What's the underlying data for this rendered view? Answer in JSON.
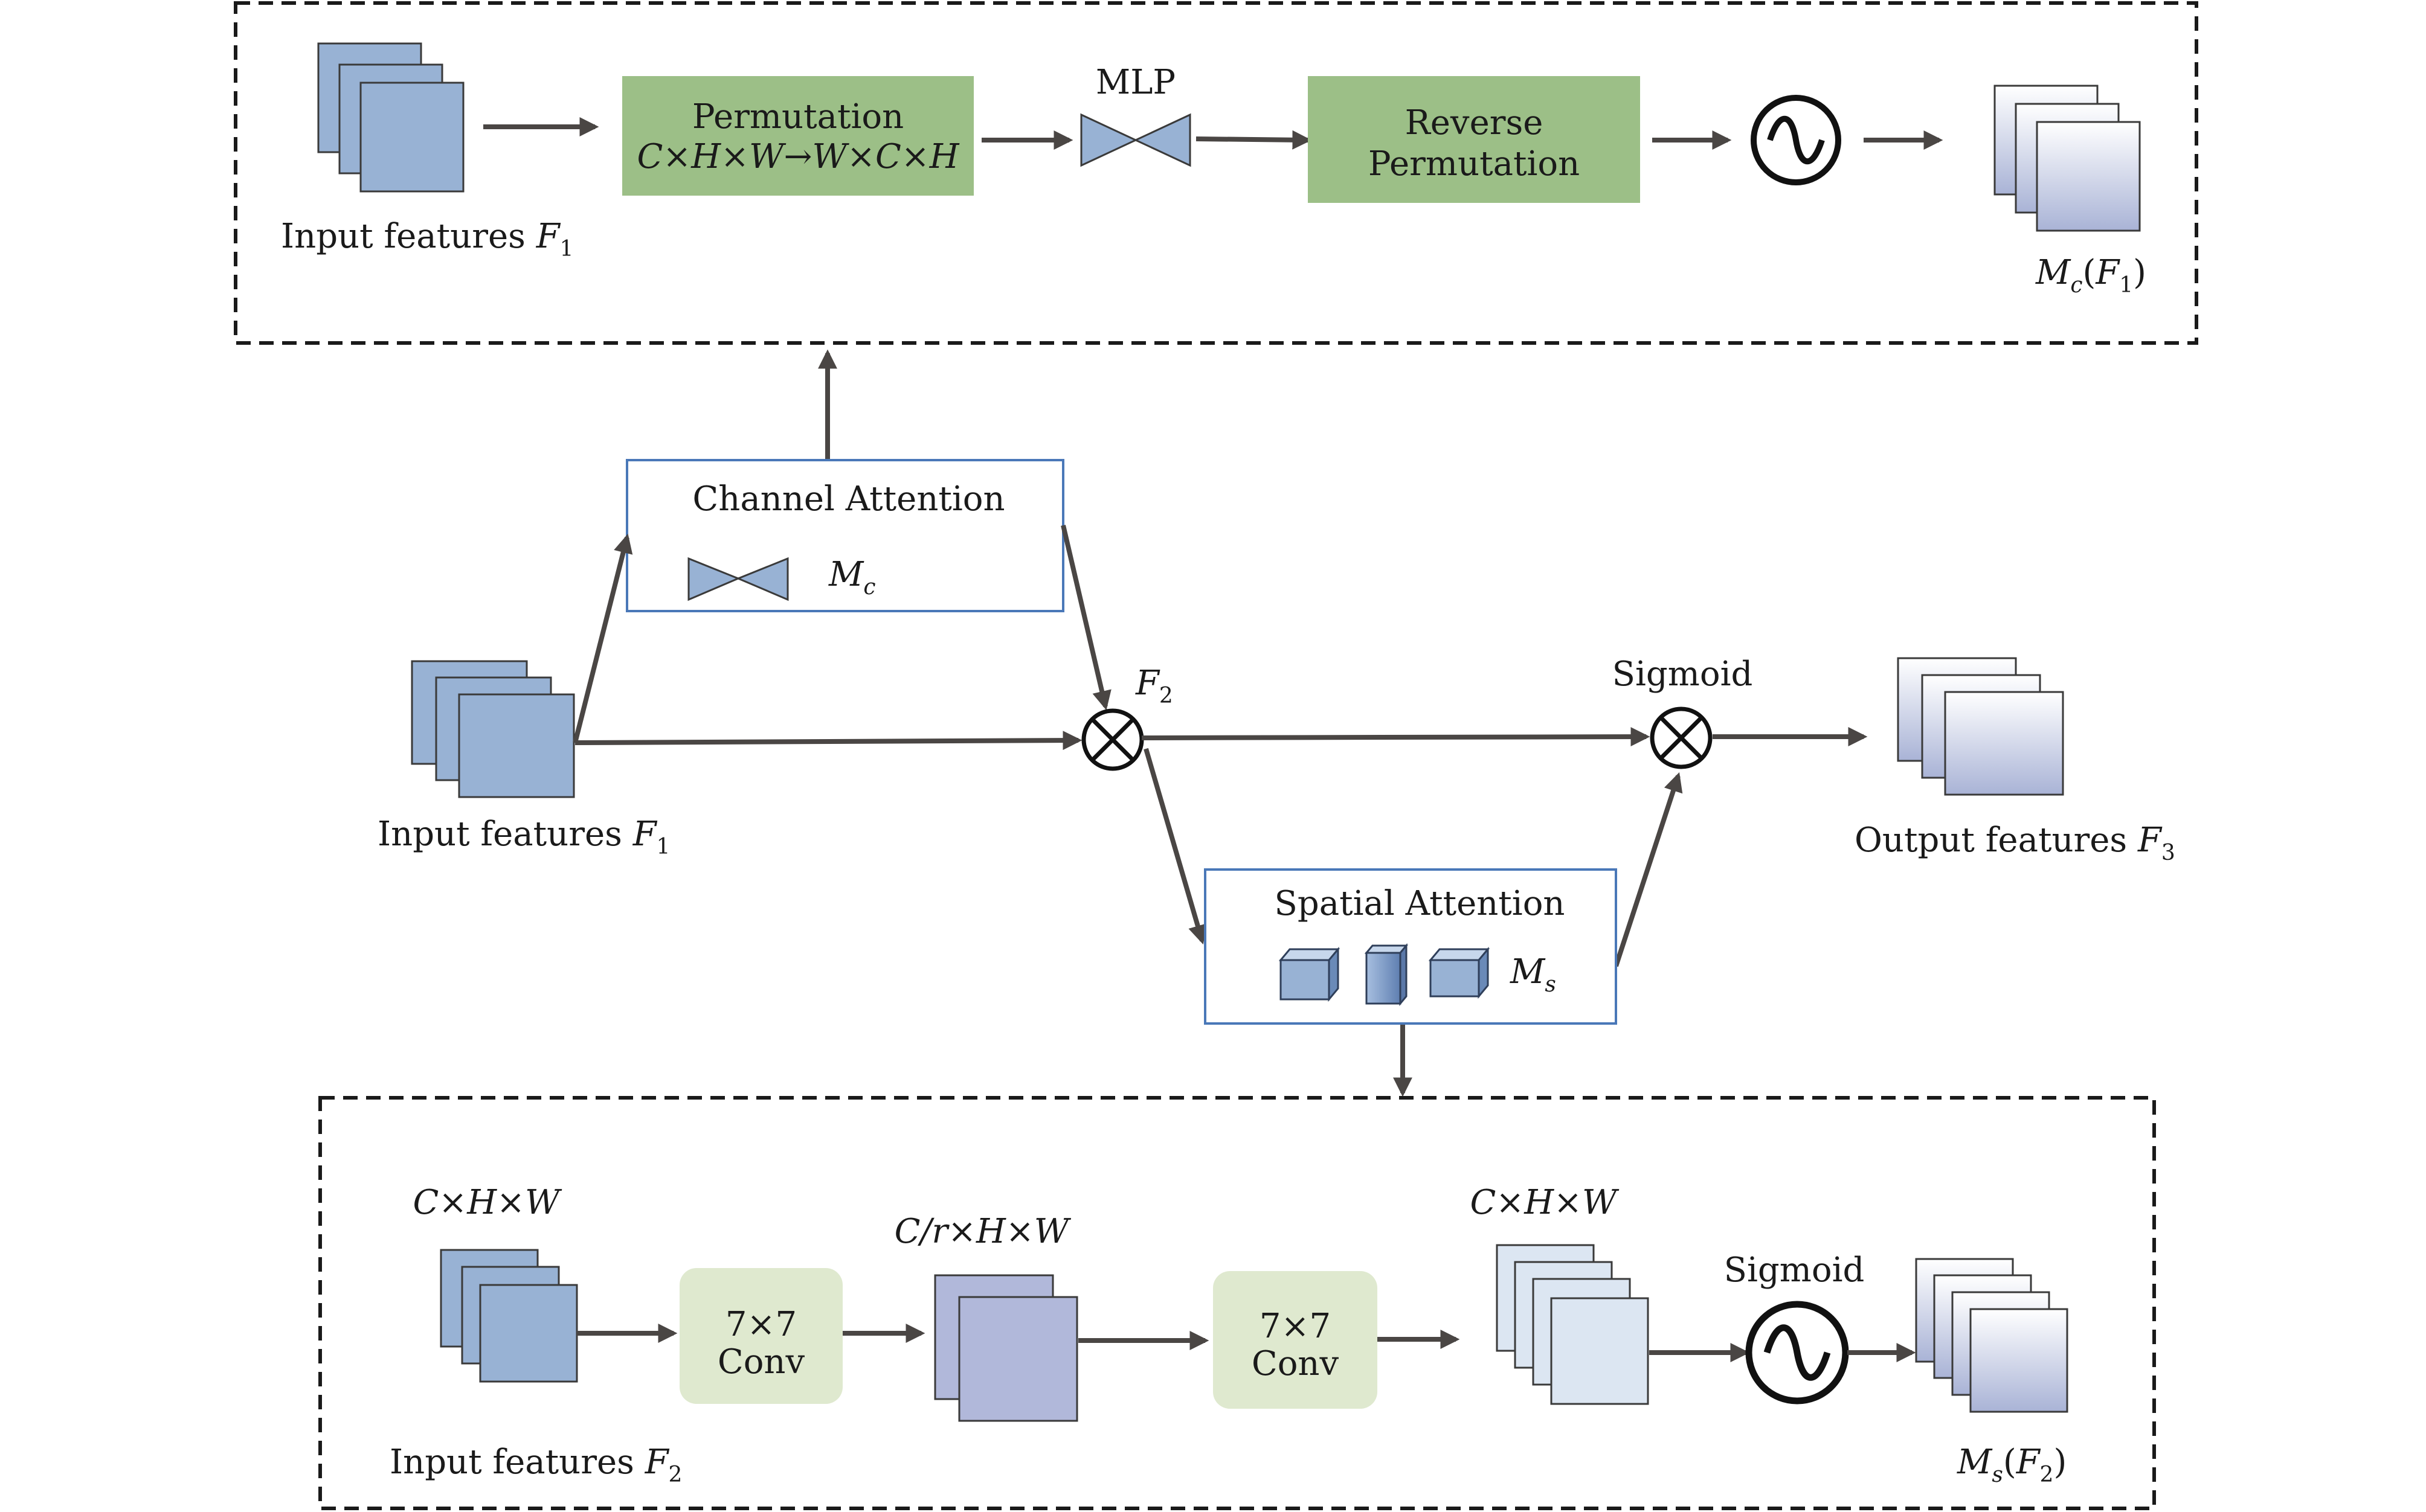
{
  "colors": {
    "feature_blue": "#98b2d4",
    "box_green": "#9cbf87",
    "conv_green": "#dfe9cf",
    "mid_purple": "#b1b8da",
    "light_blue": "#dce6f2",
    "frame_blue": "#4a78b8",
    "arrow": "#4a4644"
  },
  "top_panel": {
    "input_label": "Input features ",
    "input_var": "F",
    "input_sub": "1",
    "permutation_title": "Permutation",
    "permutation_formula": "C×H×W→W×C×H",
    "mlp_label": "MLP",
    "reverse_line1": "Reverse",
    "reverse_line2": "Permutation",
    "output_var": "M",
    "output_var_sub": "c",
    "output_arg_var": "F",
    "output_arg_sub": "1",
    "symbols": [
      "butterfly-icon",
      "sine-wave-icon"
    ]
  },
  "middle": {
    "channel_title": "Channel Attention",
    "channel_var": "M",
    "channel_var_sub": "c",
    "input_label": "Input features ",
    "input_var": "F",
    "input_sub": "1",
    "f2_var": "F",
    "f2_sub": "2",
    "sigmoid_label": "Sigmoid",
    "output_label": "Output features ",
    "output_var": "F",
    "output_sub": "3",
    "spatial_title": "Spatial Attention",
    "spatial_var": "M",
    "spatial_var_sub": "s",
    "symbols": [
      "multiply-circle-icon",
      "cube-icon"
    ]
  },
  "bottom_panel": {
    "dim1": "C×H×W",
    "conv1_line1": "7×7",
    "conv1_line2": "Conv",
    "dim2": "C/r×H×W",
    "conv2_line1": "7×7",
    "conv2_line2": "Conv",
    "dim3": "C×H×W",
    "sigmoid_label": "Sigmoid",
    "input_label": "Input features ",
    "input_var": "F",
    "input_sub": "2",
    "output_var": "M",
    "output_var_sub": "s",
    "output_arg_var": "F",
    "output_arg_sub": "2"
  }
}
